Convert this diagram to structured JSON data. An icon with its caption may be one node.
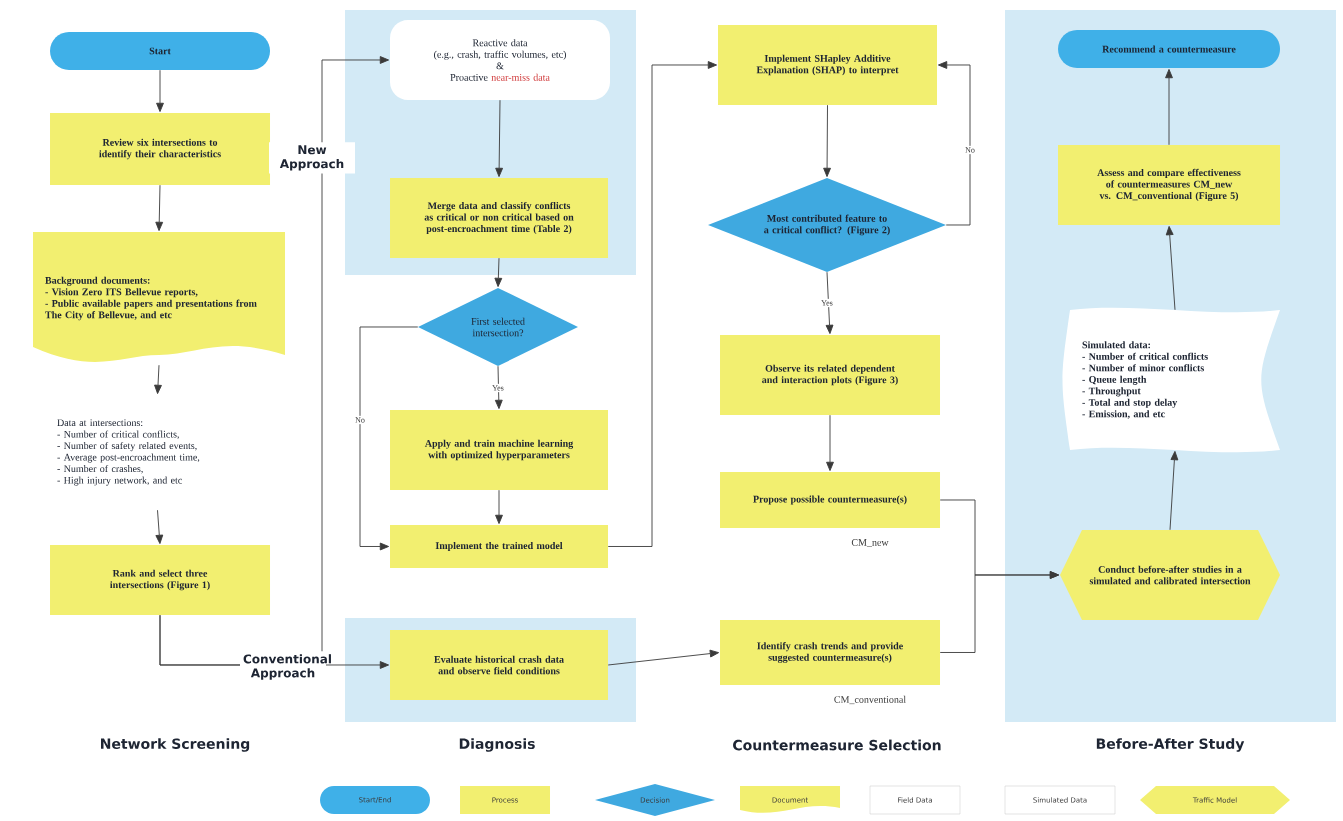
{
  "diagram": {
    "nodes": [
      {
        "text": [
          "Start"
        ]
      },
      {
        "text": [
          "Review six intersections to identify their characteristics"
        ]
      },
      {
        "text": [
          "Background documents:",
          "- Vision Zero ITS Bellevue reports,",
          "- Public available papers and presentations from The City of Bellevue, and etc"
        ]
      },
      {
        "text": [
          "Data at intersections:",
          "- Number of critical conflicts,",
          "- Number of safety related events,",
          "- Average post-encroachment time,",
          "- Number of crashes,",
          "- High injury network, and etc"
        ]
      },
      {
        "text": [
          "Rank and select three intersections (Figure 1)"
        ]
      },
      {
        "text": [
          "Reactive data",
          "(e.g., crash, traffic volumes, etc)",
          "&",
          "Proactive",
          "near-miss data"
        ]
      },
      {
        "text": [
          "Merge data and classify conflicts as critical or non critical based on post-encroachment time (Table 2)"
        ]
      },
      {
        "text": [
          "First selected intersection?"
        ]
      },
      {
        "text": [
          "Apply and train machine learning with optimized hyperparameters"
        ]
      },
      {
        "text": [
          "Implement the trained model"
        ]
      },
      {
        "text": [
          "Evaluate historical crash data and observe field conditions"
        ]
      },
      {
        "text": [
          "Implement SHapley Additive Explanation (SHAP) to interpret"
        ]
      },
      {
        "text": [
          "Most contributed feature to a critical conflict? (Figure 2)"
        ]
      },
      {
        "text": [
          "Observe its related dependent and interaction plots (Figure 3)"
        ]
      },
      {
        "text": [
          "Propose possible countermeasure(s)"
        ],
        "beside": [
          "CM_new"
        ]
      },
      {
        "text": [
          "Identify crash trends and provide suggested countermeasure(s)"
        ],
        "beside": [
          "CM_conventional"
        ]
      },
      {
        "text": [
          "Recommend a countermeasure"
        ]
      },
      {
        "text": [
          "Assess and compare effectiveness of countermeasures CM_new vs. CM_conventional (Figure 5)"
        ]
      },
      {
        "text": [
          "Simulated data:",
          "- Number of critical conflicts",
          "- Number of minor conflicts",
          "- Queue length",
          "- Throughput",
          "- Total and stop delay",
          "- Emission, and etc"
        ]
      },
      {
        "text": [
          "Conduct before-after studies in a simulated and calibrated intersection"
        ]
      }
    ],
    "edges": [
      {
        "from": 0,
        "to": 1,
        "arrow": "to"
      },
      {
        "from": 1,
        "to": 2,
        "arrow": "to"
      },
      {
        "from": 2,
        "to": 3,
        "arrow": "to"
      },
      {
        "from": 3,
        "to": 4,
        "arrow": "to"
      },
      {
        "from": 4,
        "to": 5,
        "arrow": "to",
        "label": "New Approach"
      },
      {
        "from": 4,
        "to": 10,
        "arrow": "to",
        "label": "Conventional Approach"
      },
      {
        "from": 5,
        "to": 6,
        "arrow": "to"
      },
      {
        "from": 6,
        "to": 7,
        "arrow": "to"
      },
      {
        "from": 7,
        "to": 8,
        "arrow": "to",
        "label": "Yes"
      },
      {
        "from": 7,
        "to": 9,
        "arrow": "to",
        "label": "No"
      },
      {
        "from": 8,
        "to": 9,
        "arrow": "to"
      },
      {
        "from": 9,
        "to": 11,
        "arrow": "to"
      },
      {
        "from": 10,
        "to": 15,
        "arrow": "to"
      },
      {
        "from": 11,
        "to": 12,
        "arrow": "to"
      },
      {
        "from": 12,
        "to": 11,
        "arrow": "to",
        "label": "No"
      },
      {
        "from": 12,
        "to": 13,
        "arrow": "to",
        "label": "Yes"
      },
      {
        "from": 13,
        "to": 14,
        "arrow": "to"
      },
      {
        "from": 14,
        "to": 19,
        "arrow": "to"
      },
      {
        "from": 15,
        "to": 19,
        "arrow": "to"
      },
      {
        "from": 19,
        "to": 18,
        "arrow": "to"
      },
      {
        "from": 18,
        "to": 17,
        "arrow": "to"
      },
      {
        "from": 17,
        "to": 16,
        "arrow": "to"
      }
    ],
    "labels": [
      "Network Screening",
      "Diagnosis",
      "Countermeasure Selection",
      "Before-After Study"
    ],
    "legend": [
      {
        "text": "Start/End",
        "color": "#3fb0e8"
      },
      {
        "text": "Process",
        "color": "#f2ef70"
      },
      {
        "text": "Decision"
      },
      {
        "text": "Document"
      },
      {
        "text": "Field Data",
        "color": "#ffffff"
      },
      {
        "text": "Simulated Data",
        "color": "#ffffff"
      },
      {
        "text": "Traffic Model"
      }
    ]
  }
}
